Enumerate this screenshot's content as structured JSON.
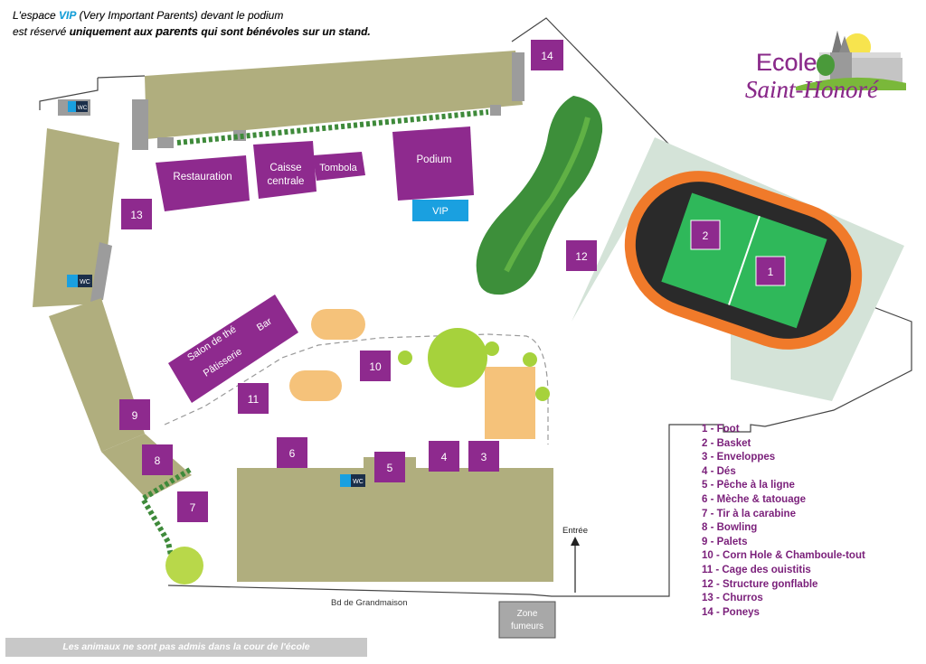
{
  "notice": {
    "line1_prefix": "L'espace ",
    "line1_vip": "VIP",
    "line1_suffix": " (Very Important Parents) devant le podium",
    "line2_prefix": "est réservé ",
    "line2_bold": "uniquement aux",
    "line2_parents": "parents",
    "line2_suffix": "qui sont bénévoles sur un stand."
  },
  "logo": {
    "word1": "Ecole",
    "word2": "Saint-Honoré"
  },
  "map": {
    "areas": {
      "restauration": "Restauration",
      "caisse_line1": "Caisse",
      "caisse_line2": "centrale",
      "tombola": "Tombola",
      "podium": "Podium",
      "vip": "VIP",
      "salon_line1": "Salon de thé",
      "salon_line2": "Pâtisserie",
      "bar": "Bar"
    },
    "wc": "WC",
    "numbers": [
      "1",
      "2",
      "3",
      "4",
      "5",
      "6",
      "7",
      "8",
      "9",
      "10",
      "11",
      "12",
      "13",
      "14"
    ],
    "street": "Bd de Grandmaison",
    "entrance": "Entrée",
    "smoking_line1": "Zone",
    "smoking_line2": "fumeurs"
  },
  "legend": [
    "1 - Foot",
    "2 - Basket",
    "3 - Enveloppes",
    "4 - Dés",
    "5 - Pêche à la ligne",
    "6 - Mèche & tatouage",
    "7 - Tir à la carabine",
    "8 - Bowling",
    "9 - Palets",
    "10 - Corn Hole & Chamboule-tout",
    "11 - Cage des ouistitis",
    "12 - Structure gonflable",
    "13 - Churros",
    "14 - Poneys"
  ],
  "footer": "Les animaux ne sont pas admis dans la cour de l'école",
  "colors": {
    "building": "#b0ae7e",
    "stand": "#8e2a8e",
    "sand": "#f5c27a",
    "vip": "#1aa0e0",
    "grass": "#2fb85a",
    "track": "#f07a2a",
    "legend_text": "#7a1f7a"
  }
}
